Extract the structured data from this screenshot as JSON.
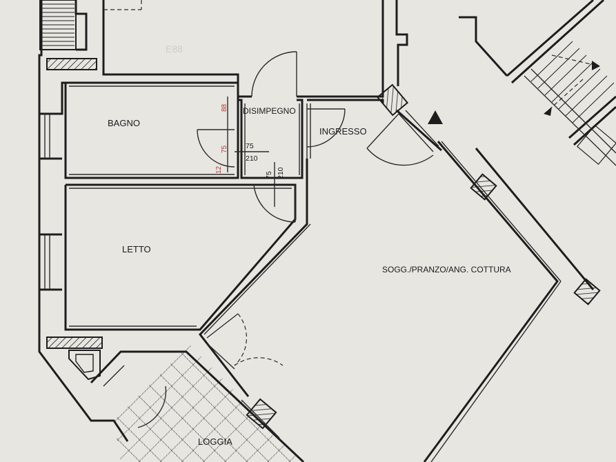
{
  "rooms": {
    "bagno": "BAGNO",
    "disimpegno": "DISIMPEGNO",
    "ingresso": "INGRESSO",
    "letto": "LETTO",
    "soggiorno": "SOGG./PRANZO/ANG. COTTURA",
    "loggia": "LOGGIA"
  },
  "dimensions": {
    "bagno_height_red": "88",
    "bagno_door_width_red": "75",
    "bagno_door_small_red": "12",
    "disimpegno_door_width": "75",
    "disimpegno_door_height": "210",
    "letto_door_width": "75",
    "letto_door_height": "210"
  },
  "faint_text": "E88",
  "colors": {
    "paper": "#e7e6e1",
    "wall": "#1d1d1d",
    "dimension_red": "#b23b3b"
  }
}
